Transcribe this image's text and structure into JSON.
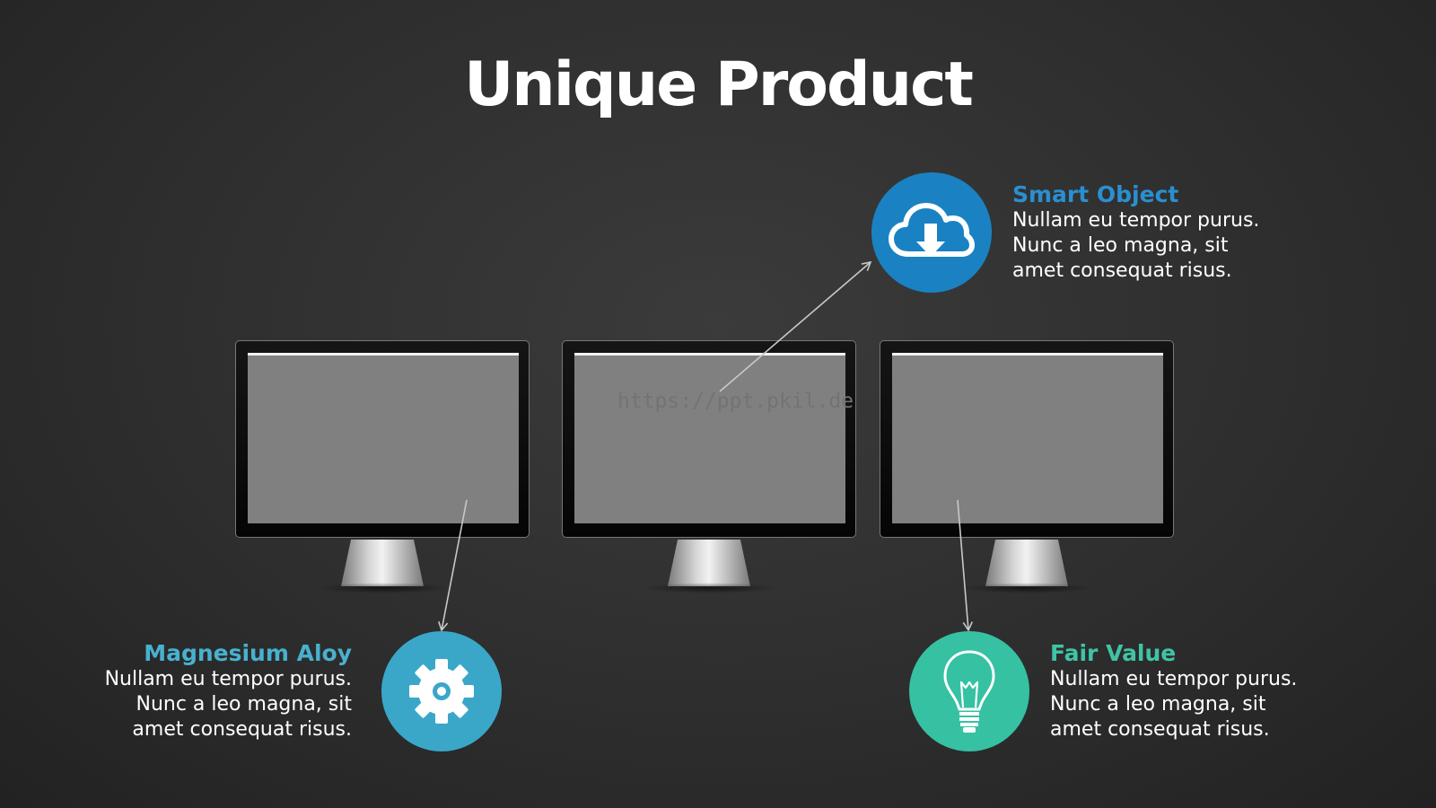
{
  "title": "Unique Product",
  "watermark": "https://ppt.pkil.de",
  "items": {
    "smart_object": {
      "title": "Smart Object",
      "lines": [
        "Nullam eu tempor purus.",
        "Nunc a leo magna, sit",
        "amet consequat risus."
      ],
      "icon": "cloud-download-icon",
      "color": "#1a82c2"
    },
    "magnesium_aloy": {
      "title": "Magnesium Aloy",
      "lines": [
        "Nullam eu tempor purus.",
        "Nunc a leo magna, sit",
        "amet consequat risus."
      ],
      "icon": "gear-icon",
      "color": "#3aa7c9"
    },
    "fair_value": {
      "title": "Fair Value",
      "lines": [
        "Nullam eu tempor purus.",
        "Nunc a leo magna, sit",
        "amet consequat risus."
      ],
      "icon": "lightbulb-icon",
      "color": "#35c1a2"
    }
  }
}
